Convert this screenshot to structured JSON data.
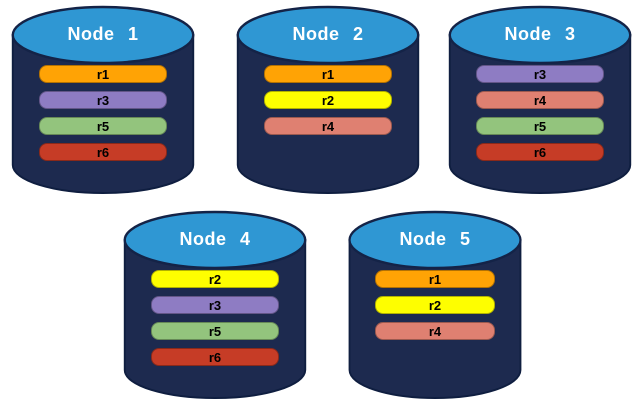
{
  "colors": {
    "background": "#FFFFFF",
    "cylinder_body": "#1D2A4F",
    "cylinder_outline": "#0F1E40",
    "cylinder_top": "#2F97D3",
    "cylinder_top_outline": "#142347",
    "node_title_text": "#FFFFFF",
    "replica_label_text": "#000000"
  },
  "replica_colors": {
    "r1": "#FFA305",
    "r2": "#FEFE00",
    "r3": "#8E7CC3",
    "r4": "#DF8071",
    "r5": "#93C47D",
    "r6": "#C63C26"
  },
  "nodes": [
    {
      "name": "Node 1",
      "replicas": [
        "r1",
        "r3",
        "r5",
        "r6"
      ]
    },
    {
      "name": "Node 2",
      "replicas": [
        "r1",
        "r2",
        "r4"
      ]
    },
    {
      "name": "Node 3",
      "replicas": [
        "r3",
        "r4",
        "r5",
        "r6"
      ]
    },
    {
      "name": "Node 4",
      "replicas": [
        "r2",
        "r3",
        "r5",
        "r6"
      ]
    },
    {
      "name": "Node 5",
      "replicas": [
        "r1",
        "r2",
        "r4"
      ]
    }
  ]
}
